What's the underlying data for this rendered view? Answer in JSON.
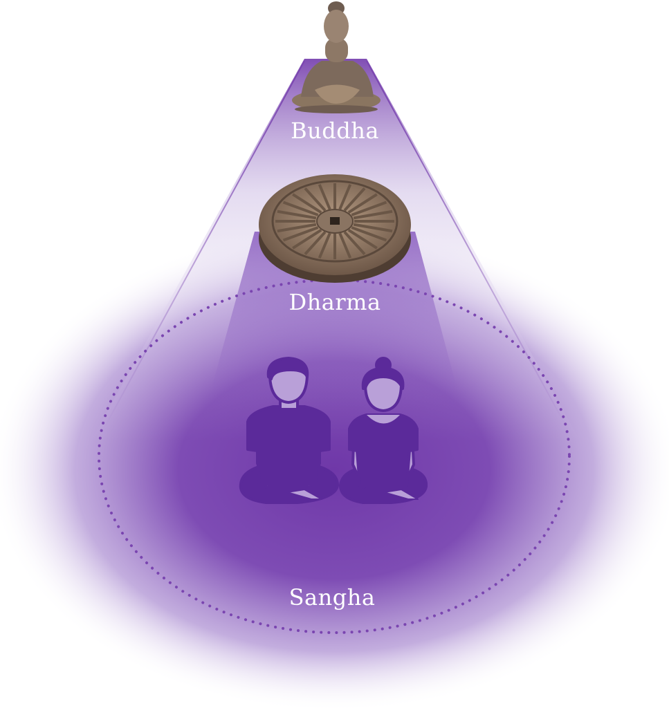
{
  "labels": {
    "top": "Buddha",
    "middle": "Dharma",
    "bottom": "Sangha"
  },
  "colors": {
    "figure_dark": "#5b2a9a",
    "figure_light": "#b9a0d8",
    "glow": "#7e4cb4",
    "dots": "#7a45b0"
  }
}
